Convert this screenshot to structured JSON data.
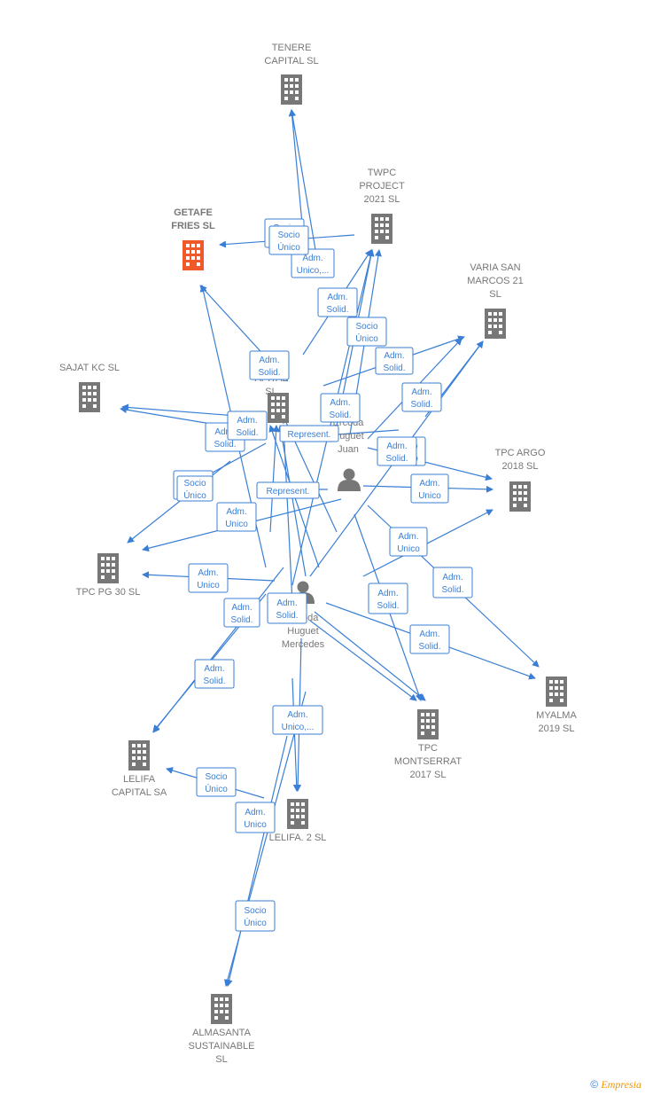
{
  "nodes": [
    {
      "id": "tenere",
      "type": "company",
      "lines": [
        "TENERE",
        "CAPITAL  SL"
      ],
      "color": "#777777"
    },
    {
      "id": "twpc_project",
      "type": "company",
      "lines": [
        "TWPC",
        "PROJECT",
        "2021  SL"
      ],
      "color": "#777777"
    },
    {
      "id": "getafe",
      "type": "company",
      "lines": [
        "GETAFE",
        "FRIES  SL"
      ],
      "color": "#f05a2a",
      "highlight": true
    },
    {
      "id": "varia",
      "type": "company",
      "lines": [
        "VARIA SAN",
        "MARCOS 21",
        "SL"
      ],
      "color": "#777777"
    },
    {
      "id": "sajat",
      "type": "company",
      "lines": [
        "SAJAT KC SL"
      ],
      "color": "#777777"
    },
    {
      "id": "twoc",
      "type": "company",
      "lines": [
        "TWO",
        "APITAL",
        "SL"
      ],
      "color": "#777777"
    },
    {
      "id": "tpcargo",
      "type": "company",
      "lines": [
        "TPC ARGO",
        "2018  SL"
      ],
      "color": "#777777"
    },
    {
      "id": "tpcpg30",
      "type": "company",
      "lines": [
        "TPC PG 30  SL"
      ],
      "color": "#777777"
    },
    {
      "id": "myalma",
      "type": "company",
      "lines": [
        "MYALMA",
        "2019  SL"
      ],
      "color": "#777777"
    },
    {
      "id": "tpcmont",
      "type": "company",
      "lines": [
        "TPC",
        "MONTSERRAT",
        "2017  SL"
      ],
      "color": "#777777"
    },
    {
      "id": "lelifa",
      "type": "company",
      "lines": [
        "LELIFA",
        "CAPITAL SA"
      ],
      "color": "#777777"
    },
    {
      "id": "lelifa2",
      "type": "company",
      "lines": [
        "LELIFA. 2  SL"
      ],
      "color": "#777777"
    },
    {
      "id": "almasanta",
      "type": "company",
      "lines": [
        "ALMASANTA",
        "SUSTAINABLE",
        "SL"
      ],
      "color": "#777777"
    },
    {
      "id": "juan",
      "type": "person",
      "lines": [
        "Ercoda",
        "Huguet",
        "Juan"
      ],
      "color": "#777777"
    },
    {
      "id": "mercedes",
      "type": "person",
      "lines": [
        "Ercoda",
        "Huguet",
        "Mercedes"
      ],
      "color": "#777777"
    }
  ],
  "edges": [
    {
      "id": "e1",
      "labels": [
        "Socio",
        "Único"
      ]
    },
    {
      "id": "e2",
      "labels": [
        "Adm.",
        "Unico,..."
      ]
    },
    {
      "id": "e3",
      "labels": [
        "Socio",
        "Único"
      ]
    },
    {
      "id": "e4",
      "labels": [
        "Adm.",
        "Solid."
      ]
    },
    {
      "id": "e5",
      "labels": [
        "Socio",
        "Único"
      ]
    },
    {
      "id": "e6",
      "labels": [
        "Adm.",
        "Solid."
      ]
    },
    {
      "id": "e7",
      "labels": [
        "Adm.",
        "Solid."
      ]
    },
    {
      "id": "e8",
      "labels": [
        "Adm.",
        "Solid."
      ]
    },
    {
      "id": "e9",
      "labels": [
        "Adm.",
        "Solid."
      ]
    },
    {
      "id": "e10",
      "labels": [
        "Adm.",
        "Solid."
      ]
    },
    {
      "id": "e11",
      "labels": [
        "Represent."
      ]
    },
    {
      "id": "e12",
      "labels": [
        "Adm.",
        "Solid."
      ]
    },
    {
      "id": "e13",
      "labels": [
        "Socio",
        "Único"
      ]
    },
    {
      "id": "e14",
      "labels": [
        "Represent."
      ]
    },
    {
      "id": "e15",
      "labels": [
        "Socio",
        "Único"
      ]
    },
    {
      "id": "e16",
      "labels": [
        "Adm.",
        "Unico"
      ]
    },
    {
      "id": "e17",
      "labels": [
        "Adm.",
        "Unico"
      ]
    },
    {
      "id": "e18",
      "labels": [
        "Adm.",
        "Unico"
      ]
    },
    {
      "id": "e19",
      "labels": [
        "Socio",
        "Único"
      ]
    },
    {
      "id": "e20",
      "labels": [
        "Adm.",
        "Unico"
      ]
    },
    {
      "id": "e21",
      "labels": [
        "Adm.",
        "Solid."
      ]
    },
    {
      "id": "e22",
      "labels": [
        "Adm.",
        "Solid."
      ]
    },
    {
      "id": "e23",
      "labels": [
        "Adm.",
        "Solid."
      ]
    },
    {
      "id": "e24",
      "labels": [
        "Adm.",
        "Solid."
      ]
    },
    {
      "id": "e25",
      "labels": [
        "Adm.",
        "Solid."
      ]
    },
    {
      "id": "e26",
      "labels": [
        "Adm.",
        "Solid."
      ]
    },
    {
      "id": "e27",
      "labels": [
        "Adm.",
        "Solid."
      ]
    },
    {
      "id": "e28",
      "labels": [
        "Adm.",
        "Unico,..."
      ]
    },
    {
      "id": "e29",
      "labels": [
        "Socio",
        "Único"
      ]
    },
    {
      "id": "e30",
      "labels": [
        "Adm.",
        "Unico"
      ]
    },
    {
      "id": "e31",
      "labels": [
        "Socio",
        "Único"
      ]
    }
  ],
  "colors": {
    "edge": "#3a7fd5",
    "node": "#777777",
    "highlight": "#f05a2a",
    "brand": "#f29400"
  },
  "footer": {
    "copyright": "©",
    "brand_initial": "E",
    "brand_rest": "mpresia"
  }
}
